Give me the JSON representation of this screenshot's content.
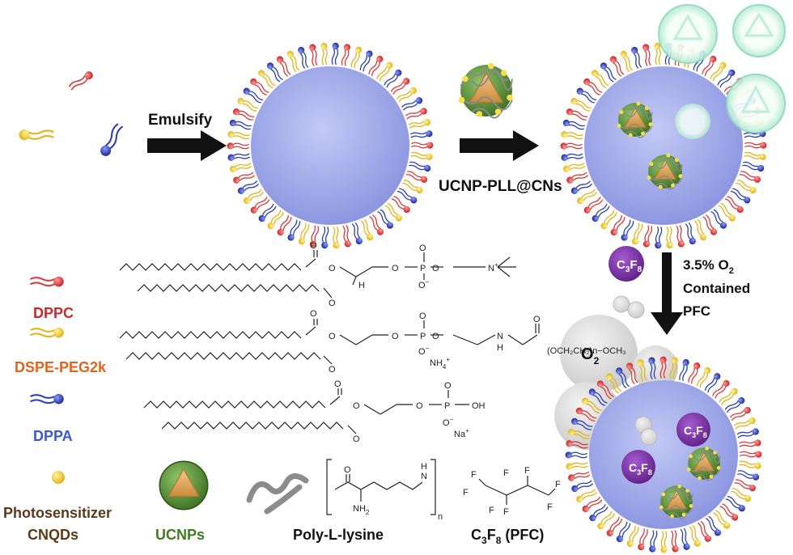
{
  "steps": {
    "emulsify": "Emulsify",
    "load_nanocomposite": "UCNP-PLL@CNs",
    "oxygen_line1": "3.5% O",
    "oxygen_line1_sub": "2",
    "oxygen_line2": "Contained",
    "oxygen_line3": "PFC"
  },
  "legend": {
    "dppc": "DPPC",
    "dspe": "DSPE-PEG2k",
    "dppa": "DPPA",
    "photosensitizer_line1": "Photosensitizer",
    "photosensitizer_line2": "CNQDs",
    "ucnps": "UCNPs",
    "pll": "Poly-L-lysine",
    "pfc_c": "C",
    "pfc_3": "3",
    "pfc_f": "F",
    "pfc_8": "8",
    "pfc_suffix": " (PFC)"
  },
  "badges": {
    "c": "C",
    "three": "3",
    "f": "F",
    "eight": "8"
  },
  "o2": {
    "o": "O",
    "sub": "2"
  },
  "chem": {
    "o": "O",
    "p": "P",
    "h": "H",
    "n_plus": "N",
    "plus": "+",
    "o_minus": "O",
    "minus": "−",
    "nh4": "NH",
    "nh4_sub": "4",
    "peg": "(OCH₂CH₂)n−OCH₃",
    "oh": "OH",
    "na": "Na",
    "nh": "N",
    "nh_h": "H",
    "nh2": "NH",
    "nh2_sub": "2",
    "n_index": "n",
    "f": "F"
  },
  "colors": {
    "dppc": "#d93a3a",
    "dspe": "#f2c21b",
    "dppa": "#2c3fb8",
    "core": "#a9b2ee",
    "ucnp_shell": "#4f8a2d",
    "ucnp_core": "#d9a25a",
    "badge": "#7a2fa3",
    "label_red": "#c62b2b",
    "label_orange": "#e0631f",
    "label_blue": "#3b59c8",
    "label_green": "#3f7d1f",
    "label_brown": "#5b3a1a"
  }
}
